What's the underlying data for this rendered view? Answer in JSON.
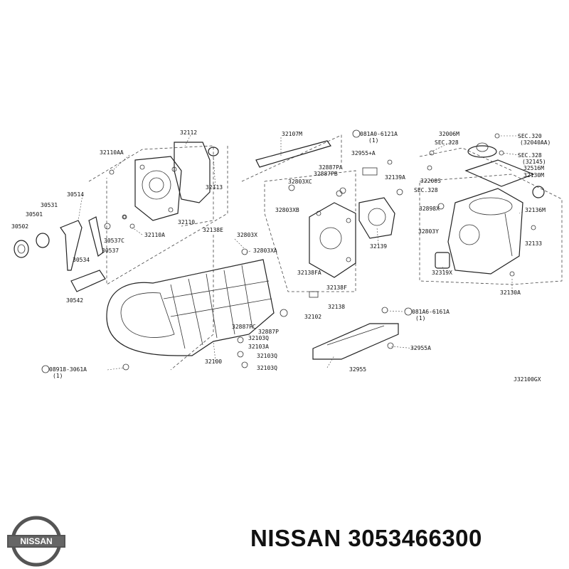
{
  "diagram": {
    "code": "J32100GX",
    "parts": [
      "32110AA",
      "32112",
      "32107M",
      "081A0-6121A",
      "(1)",
      "32006M",
      "SEC.320",
      "(32040AA)",
      "32955+A",
      "32887PA",
      "32887PB",
      "SEC.328",
      "SEC.328",
      "(32145)",
      "32516M",
      "32130M",
      "32139A",
      "32803XC",
      "32200S",
      "SEC.328",
      "30514",
      "32113",
      "30531",
      "32803XB",
      "32139",
      "32898X",
      "32136M",
      "30501",
      "32110",
      "32138E",
      "30502",
      "30537C",
      "32110A",
      "32803X",
      "32803Y",
      "32133",
      "30537",
      "32803XA",
      "30534",
      "32138FA",
      "32319X",
      "32138F",
      "32130A",
      "30542",
      "32138",
      "081A6-6161A",
      "(1)",
      "32102",
      "32887PC",
      "32887P",
      "32955A",
      "32103Q",
      "32103A",
      "08918-3061A",
      "(1)",
      "32100",
      "32103Q",
      "32955",
      "32103Q"
    ]
  },
  "footer": {
    "logo_text": "NISSAN",
    "title": "NISSAN 3053466300"
  }
}
